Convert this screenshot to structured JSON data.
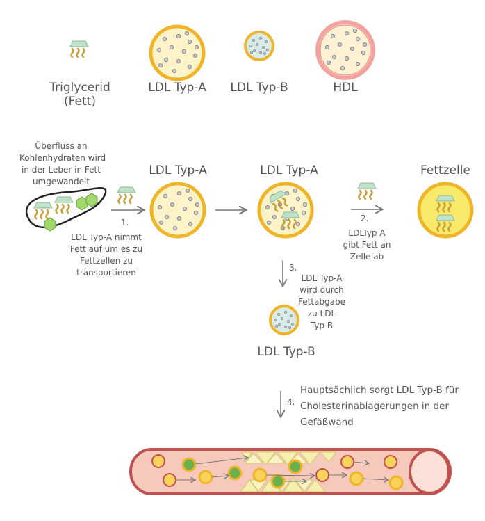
{
  "legend": {
    "triglycerid": "Triglycerid",
    "triglycerid_sub": "(Fett)",
    "ldl_a": "LDL Typ-A",
    "ldl_b": "LDL Typ-B",
    "hdl": "HDL"
  },
  "liver": {
    "note_line1": "Überfluss an",
    "note_line2": "Kohlenhydraten wird",
    "note_line3": "in der Leber in Fett",
    "note_line4": "umgewandelt"
  },
  "titles": {
    "ldl_a_1": "LDL Typ-A",
    "ldl_a_2": "LDL Typ-A",
    "fettzelle": "Fettzelle",
    "ldl_b": "LDL Typ-B"
  },
  "steps": {
    "s1_num": "1.",
    "s1_l1": "LDL Typ-A nimmt",
    "s1_l2": "Fett auf um es zu",
    "s1_l3": "Fettzellen zu",
    "s1_l4": "transportieren",
    "s2_num": "2.",
    "s2_l1": "LDLTyp A",
    "s2_l2": "gibt Fett an",
    "s2_l3": "Zelle ab",
    "s3_num": "3.",
    "s3_l1": "LDL Typ-A",
    "s3_l2": "wird durch",
    "s3_l3": "Fettabgabe",
    "s3_l4": "zu LDL",
    "s3_l5": "Typ-B",
    "s4_num": "4.",
    "s4_l1": "Hauptsächlich sorgt LDL Typ-B für",
    "s4_l2": "Cholesterinablagerungen in der",
    "s4_l3": "Gefäßwand"
  },
  "colors": {
    "ldl_a_fill": "#fdf3c8",
    "ldl_a_ring": "#f0b429",
    "ldl_b_fill": "#d9ece8",
    "ldl_b_ring": "#f0b429",
    "hdl_fill": "#fdf1d3",
    "hdl_ring": "#f2a3a0",
    "fat_head": "#bfe3c6",
    "fat_tail": "#c8a03c",
    "fat_cell_fill": "#f8e96a",
    "vessel_wall": "#c0514f",
    "vessel_inner": "#f7c9bd",
    "plaque": "#f5efb0",
    "hexagon": "#9fd86b",
    "arrow": "#777777"
  }
}
